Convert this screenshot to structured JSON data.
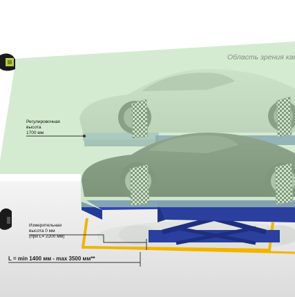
{
  "labels": {
    "camera_area": "Область зрения кам",
    "adjustable_height": [
      "Регулировочная",
      "высота",
      "1700 мм"
    ],
    "measuring_height": [
      "Измерительная",
      "высота 0 мм",
      "(при L= 2200 мм)"
    ],
    "length_range": "L = min 1400 мм - max 3500 мм**"
  },
  "colors": {
    "vision_cone": "#b9deb4",
    "lift_platform": "#2a3f9e",
    "floor_marking": "#f0b400",
    "leader_line": "#333333",
    "camera_body": "#1a1a1a",
    "camera_lens": "#b7c94a"
  },
  "icons": [
    "camera-icon",
    "target-icon"
  ]
}
